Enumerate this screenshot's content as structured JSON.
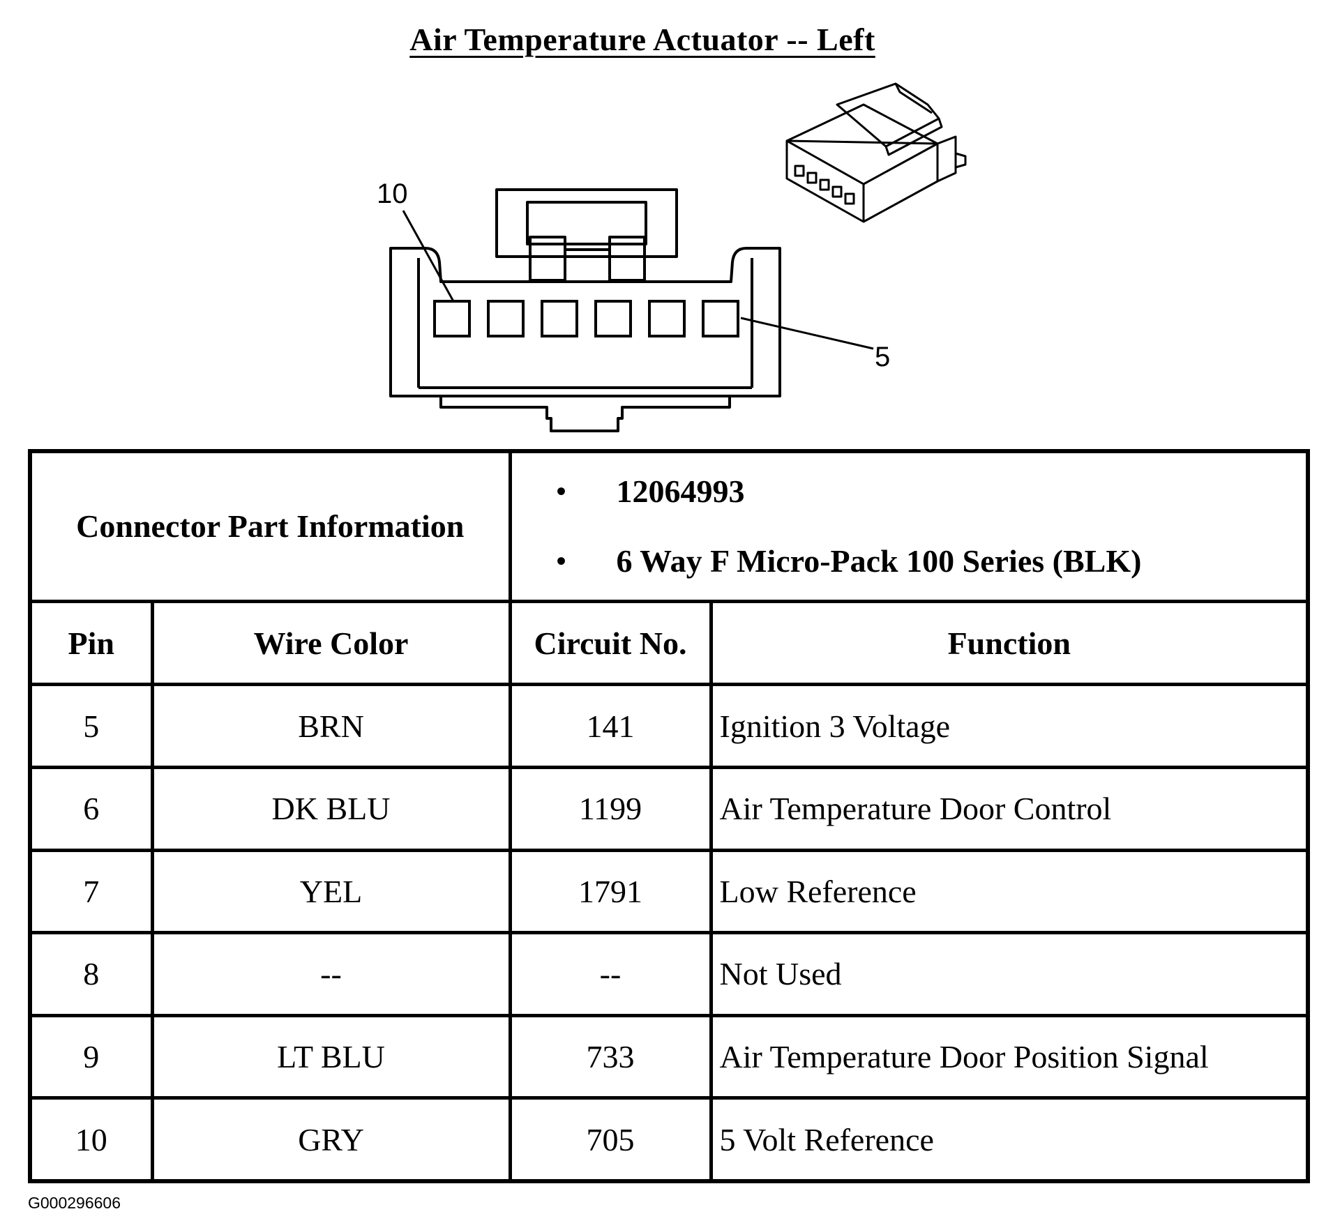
{
  "title": "Air Temperature Actuator -- Left",
  "diagram": {
    "callout_top_left": "10",
    "callout_right": "5",
    "terminal_count": 6
  },
  "connector_part": {
    "label": "Connector Part Information",
    "items": [
      "12064993",
      "6 Way F Micro-Pack 100 Series (BLK)"
    ]
  },
  "table": {
    "headers": [
      "Pin",
      "Wire Color",
      "Circuit No.",
      "Function"
    ],
    "rows": [
      {
        "pin": "5",
        "wire_color": "BRN",
        "circuit": "141",
        "function": "Ignition 3 Voltage"
      },
      {
        "pin": "6",
        "wire_color": "DK BLU",
        "circuit": "1199",
        "function": "Air Temperature Door Control"
      },
      {
        "pin": "7",
        "wire_color": "YEL",
        "circuit": "1791",
        "function": "Low Reference"
      },
      {
        "pin": "8",
        "wire_color": "--",
        "circuit": "--",
        "function": "Not Used"
      },
      {
        "pin": "9",
        "wire_color": "LT BLU",
        "circuit": "733",
        "function": "Air Temperature Door Position Signal"
      },
      {
        "pin": "10",
        "wire_color": "GRY",
        "circuit": "705",
        "function": "5 Volt Reference"
      }
    ]
  },
  "figure_code": "G000296606"
}
